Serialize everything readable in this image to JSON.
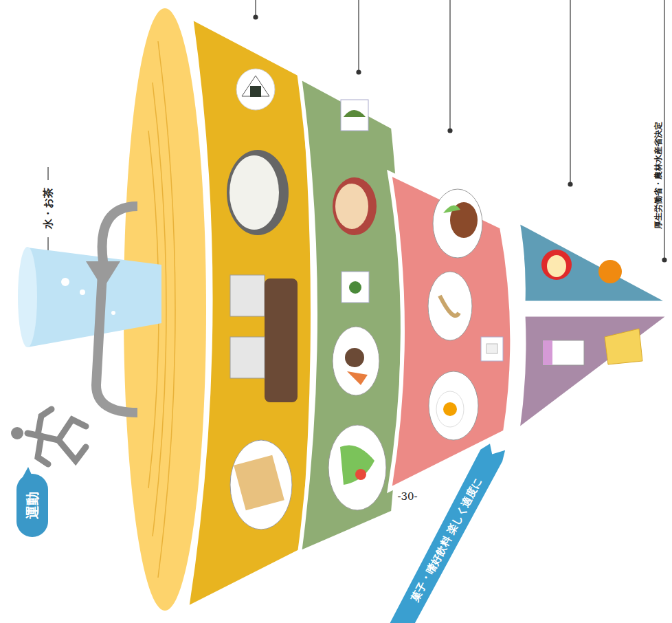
{
  "diagram": {
    "nodes": [
      {
        "text": [
          "運動"
        ]
      },
      {
        "text": [
          "菓子・嗜好飲料 楽しく適度に"
        ]
      }
    ],
    "labels": [
      "水・お茶",
      "厚生労働省・農林水産省決定",
      "-30-"
    ]
  }
}
